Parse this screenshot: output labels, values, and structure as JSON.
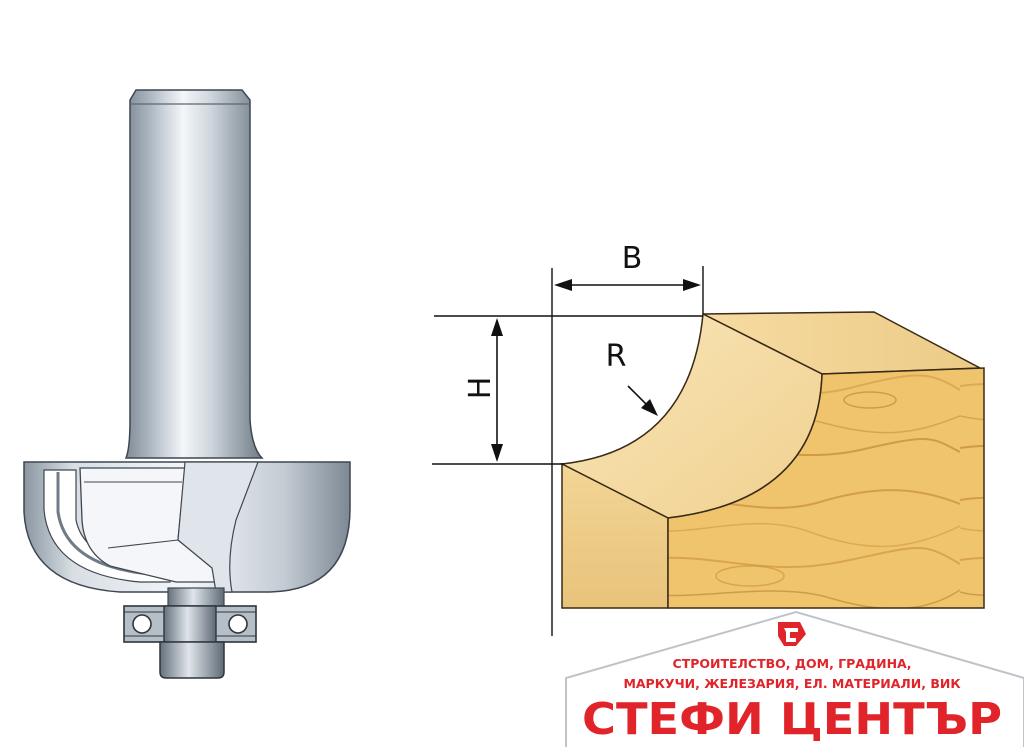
{
  "labels": {
    "b": "B",
    "h": "H",
    "r": "R"
  },
  "logo": {
    "tagline_1": "СТРОИТЕЛСТВО, ДОМ, ГРАДИНА,",
    "tagline_2": "МАРКУЧИ, ЖЕЛЕЗАРИЯ,  ЕЛ. МАТЕРИАЛИ, ВИК",
    "name": "СТЕФИ ЦЕНТЪР"
  },
  "colors": {
    "logo_red": "#e0242a",
    "steel_dark": "#6d7a86",
    "steel_light": "#eef2f6",
    "wood_light": "#f6dca0",
    "wood_mid": "#e9bd6a",
    "wood_dark": "#c98f3a"
  }
}
